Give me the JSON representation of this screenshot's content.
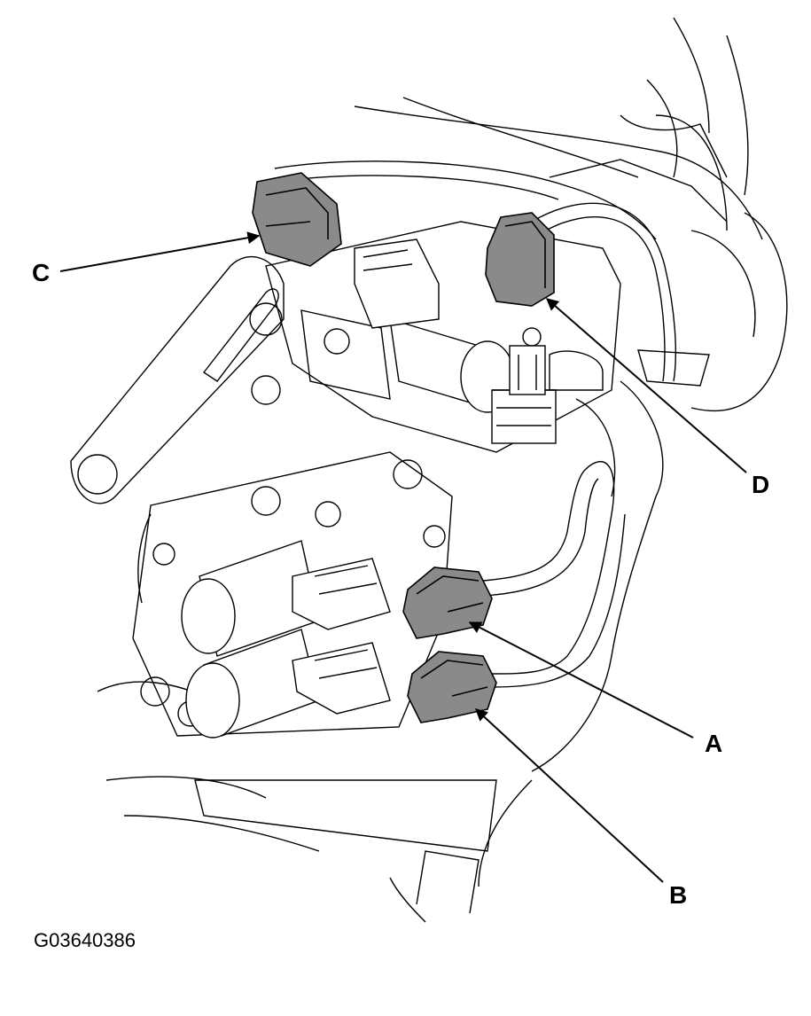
{
  "callouts": {
    "a": "A",
    "b": "B",
    "c": "C",
    "d": "D"
  },
  "figure_code": "G03640386",
  "colors": {
    "ink": "#000000",
    "paper": "#ffffff",
    "component_fill": "#8a8a8a"
  }
}
